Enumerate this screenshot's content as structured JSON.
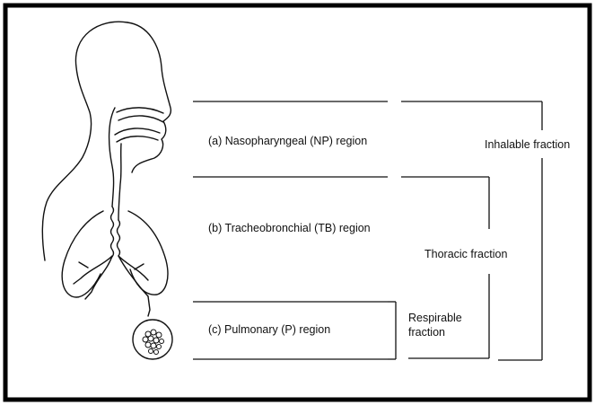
{
  "diagram": {
    "regions": {
      "nasopharyngeal": "(a) Nasopharyngeal (NP) region",
      "tracheobronchial": "(b) Tracheobronchial (TB) region",
      "pulmonary": "(c) Pulmonary (P) region"
    },
    "fractions": {
      "inhalable": "Inhalable fraction",
      "thoracic": "Thoracic fraction",
      "respirable_line1": "Respirable",
      "respirable_line2": "fraction"
    },
    "colors": {
      "line": "#111111",
      "background": "#ffffff",
      "frame": "#000000"
    }
  }
}
